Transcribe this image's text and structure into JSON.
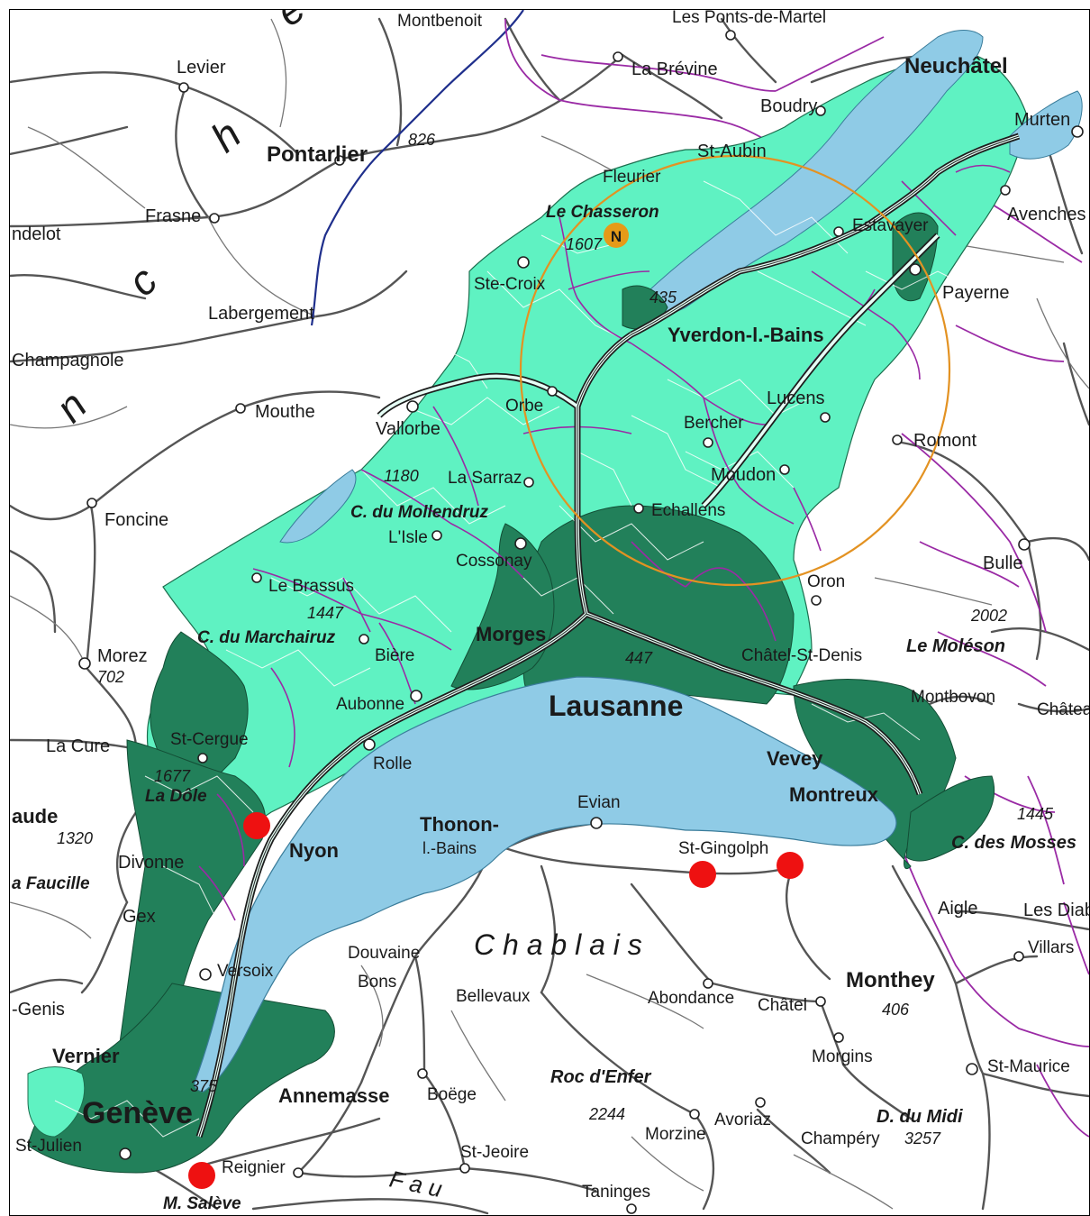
{
  "colors": {
    "lake": "#8fcbe6",
    "light_green": "#5ff2c2",
    "dark_green": "#22805a",
    "road": "#444444",
    "border_purple": "#9a2aa5",
    "border_blue": "#1f2f8c",
    "circle": "#e39222",
    "marker_red": "#ee1111",
    "marker_orange": "#e69a18"
  },
  "markers": {
    "north_label": "N"
  },
  "labels": {
    "montbenoit": "Montbenoit",
    "les_ponts": "Les Ponts-de-Martel",
    "levier": "Levier",
    "la_brevine": "La Brévine",
    "neuchatel": "Neuchâtel",
    "boudry": "Boudry",
    "murten": "Murten",
    "pontarlier": "Pontarlier",
    "alt_826": "826",
    "st_aubin": "St-Aubin",
    "fleurier": "Fleurier",
    "le_chasseron": "Le Chasseron",
    "alt_1607": "1607",
    "estavayer": "Estavayer",
    "avenches": "Avenches",
    "frasne": "Frasne",
    "ndelot": "ndelot",
    "ste_croix": "Ste-Croix",
    "alt_435": "435",
    "payerne": "Payerne",
    "labergement": "Labergement",
    "yverdon": "Yverdon-l.-Bains",
    "champagnole": "Champagnole",
    "mouthe": "Mouthe",
    "vallorbe": "Vallorbe",
    "orbe": "Orbe",
    "lucens": "Lucens",
    "bercher": "Bercher",
    "romont": "Romont",
    "alt_1180": "1180",
    "la_sarraz": "La Sarraz",
    "moudon": "Moudon",
    "foncine": "Foncine",
    "c_mollendruz": "C. du Mollendruz",
    "echallens": "Echallens",
    "l_isle": "L'Isle",
    "cossonay": "Cossonay",
    "bulle": "Bulle",
    "le_brassus": "Le Brassus",
    "oron": "Oron",
    "alt_1447": "1447",
    "alt_2002": "2002",
    "c_marchairuz": "C. du Marchairuz",
    "morges": "Morges",
    "le_moleson": "Le Moléson",
    "morez": "Morez",
    "alt_702": "702",
    "biere": "Bière",
    "alt_447": "447",
    "chatel_st_denis": "Châtel-St-Denis",
    "lausanne": "Lausanne",
    "aubonne": "Aubonne",
    "montbovon": "Montbovon",
    "chateau": "Châtea",
    "la_cure": "La Cure",
    "st_cergue": "St-Cergue",
    "rolle": "Rolle",
    "vevey": "Vevey",
    "alt_1677": "1677",
    "la_dole": "La Dôle",
    "montreux": "Montreux",
    "evian": "Evian",
    "aude": "aude",
    "alt_1320": "1320",
    "thonon": "Thonon-",
    "thonon_b": "l.-Bains",
    "alt_1445": "1445",
    "c_des_mosses": "C. des Mosses",
    "nyon": "Nyon",
    "st_gingolph": "St-Gingolph",
    "divonne": "Divonne",
    "faucille": "a Faucille",
    "aigle": "Aigle",
    "les_diab": "Les Diab",
    "gex": "Gex",
    "chablais": "C h a b l a i s",
    "villars": "Villars",
    "douvaine": "Douvaine",
    "bons": "Bons",
    "monthey": "Monthey",
    "versoix": "Versoix",
    "bellevaux": "Bellevaux",
    "abondance": "Abondance",
    "chatel": "Châtel",
    "alt_406": "406",
    "genis": "-Genis",
    "morgins": "Morgins",
    "st_maurice": "St-Maurice",
    "vernier": "Vernier",
    "roc_denfer": "Roc d'Enfer",
    "alt_375": "375",
    "geneve": "Genève",
    "annemasse": "Annemasse",
    "boege": "Boëge",
    "alt_2244": "2244",
    "avoriaz": "Avoriaz",
    "d_du_midi": "D. du Midi",
    "champery": "Champéry",
    "alt_3257": "3257",
    "morzine": "Morzine",
    "st_julien": "St-Julien",
    "st_jeoire": "St-Jeoire",
    "reignier": "Reignier",
    "m_saleve": "M. Salève",
    "taninges": "Taninges",
    "fau": "F a u"
  }
}
